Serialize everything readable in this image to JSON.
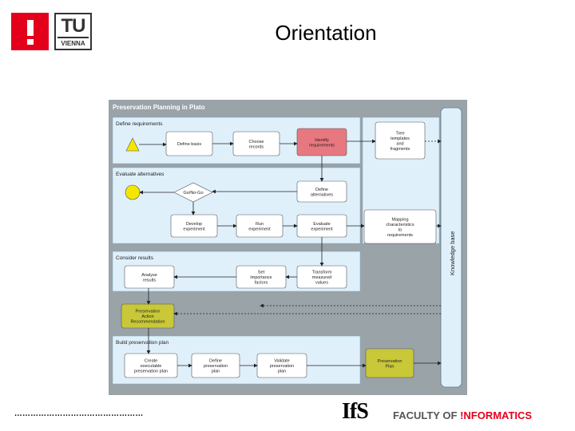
{
  "header": {
    "title": "Orientation",
    "logo_left_label": "!",
    "logo_tu": "TU",
    "logo_vienna": "VIENNA"
  },
  "diagram": {
    "title": "Preservation Planning in Plato",
    "sections": {
      "define_requirements": "Define requirements",
      "evaluate_alternatives": "Evaluate alternatives",
      "consider_results": "Consider results",
      "build_plan": "Build preservation plan"
    },
    "boxes": {
      "define_basis": [
        "Define basis"
      ],
      "choose_records": [
        "Choose",
        "records"
      ],
      "identify_requirements": [
        "Identify",
        "requirements"
      ],
      "tree_templates": [
        "Tree",
        "templates",
        "and",
        "fragments"
      ],
      "go_nogo": [
        "Go/No-Go"
      ],
      "define_alternatives": [
        "Define",
        "alternatives"
      ],
      "develop_experiment": [
        "Develop",
        "experiment"
      ],
      "run_experiment": [
        "Run",
        "experiment"
      ],
      "evaluate_experiment": [
        "Evaluate",
        "experiment"
      ],
      "mapping": [
        "Mapping",
        "characteristics",
        "to",
        "requirements"
      ],
      "analyse_results": [
        "Analyse",
        "results"
      ],
      "set_importance": [
        "Set",
        "importance",
        "factors"
      ],
      "transform_values": [
        "Transform",
        "measured",
        "values"
      ],
      "action_recommendation": [
        "Preservation",
        "Action",
        "Recommendation"
      ],
      "create_plan": [
        "Create",
        "executable",
        "preservation plan"
      ],
      "define_plan": [
        "Define",
        "preservation",
        "plan"
      ],
      "validate_plan": [
        "Validate",
        "preservation",
        "plan"
      ],
      "preservation_plan": [
        "Preservation",
        "Plan"
      ]
    },
    "knowledge_base": "Knowledge base"
  },
  "footer": {
    "dots": "…………………………………………",
    "ifs_logo": "IfS",
    "faculty": "FACULTY",
    "of": "OF",
    "informatics": "!NFORMATICS"
  },
  "colors": {
    "tu_red": "#e3001b",
    "section_fill": "#dff0fb",
    "panel_fill": "#9aa3a8",
    "highlight_fill": "#e87880",
    "olive_fill": "#c8c838",
    "yellow_circle": "#f5e600"
  }
}
